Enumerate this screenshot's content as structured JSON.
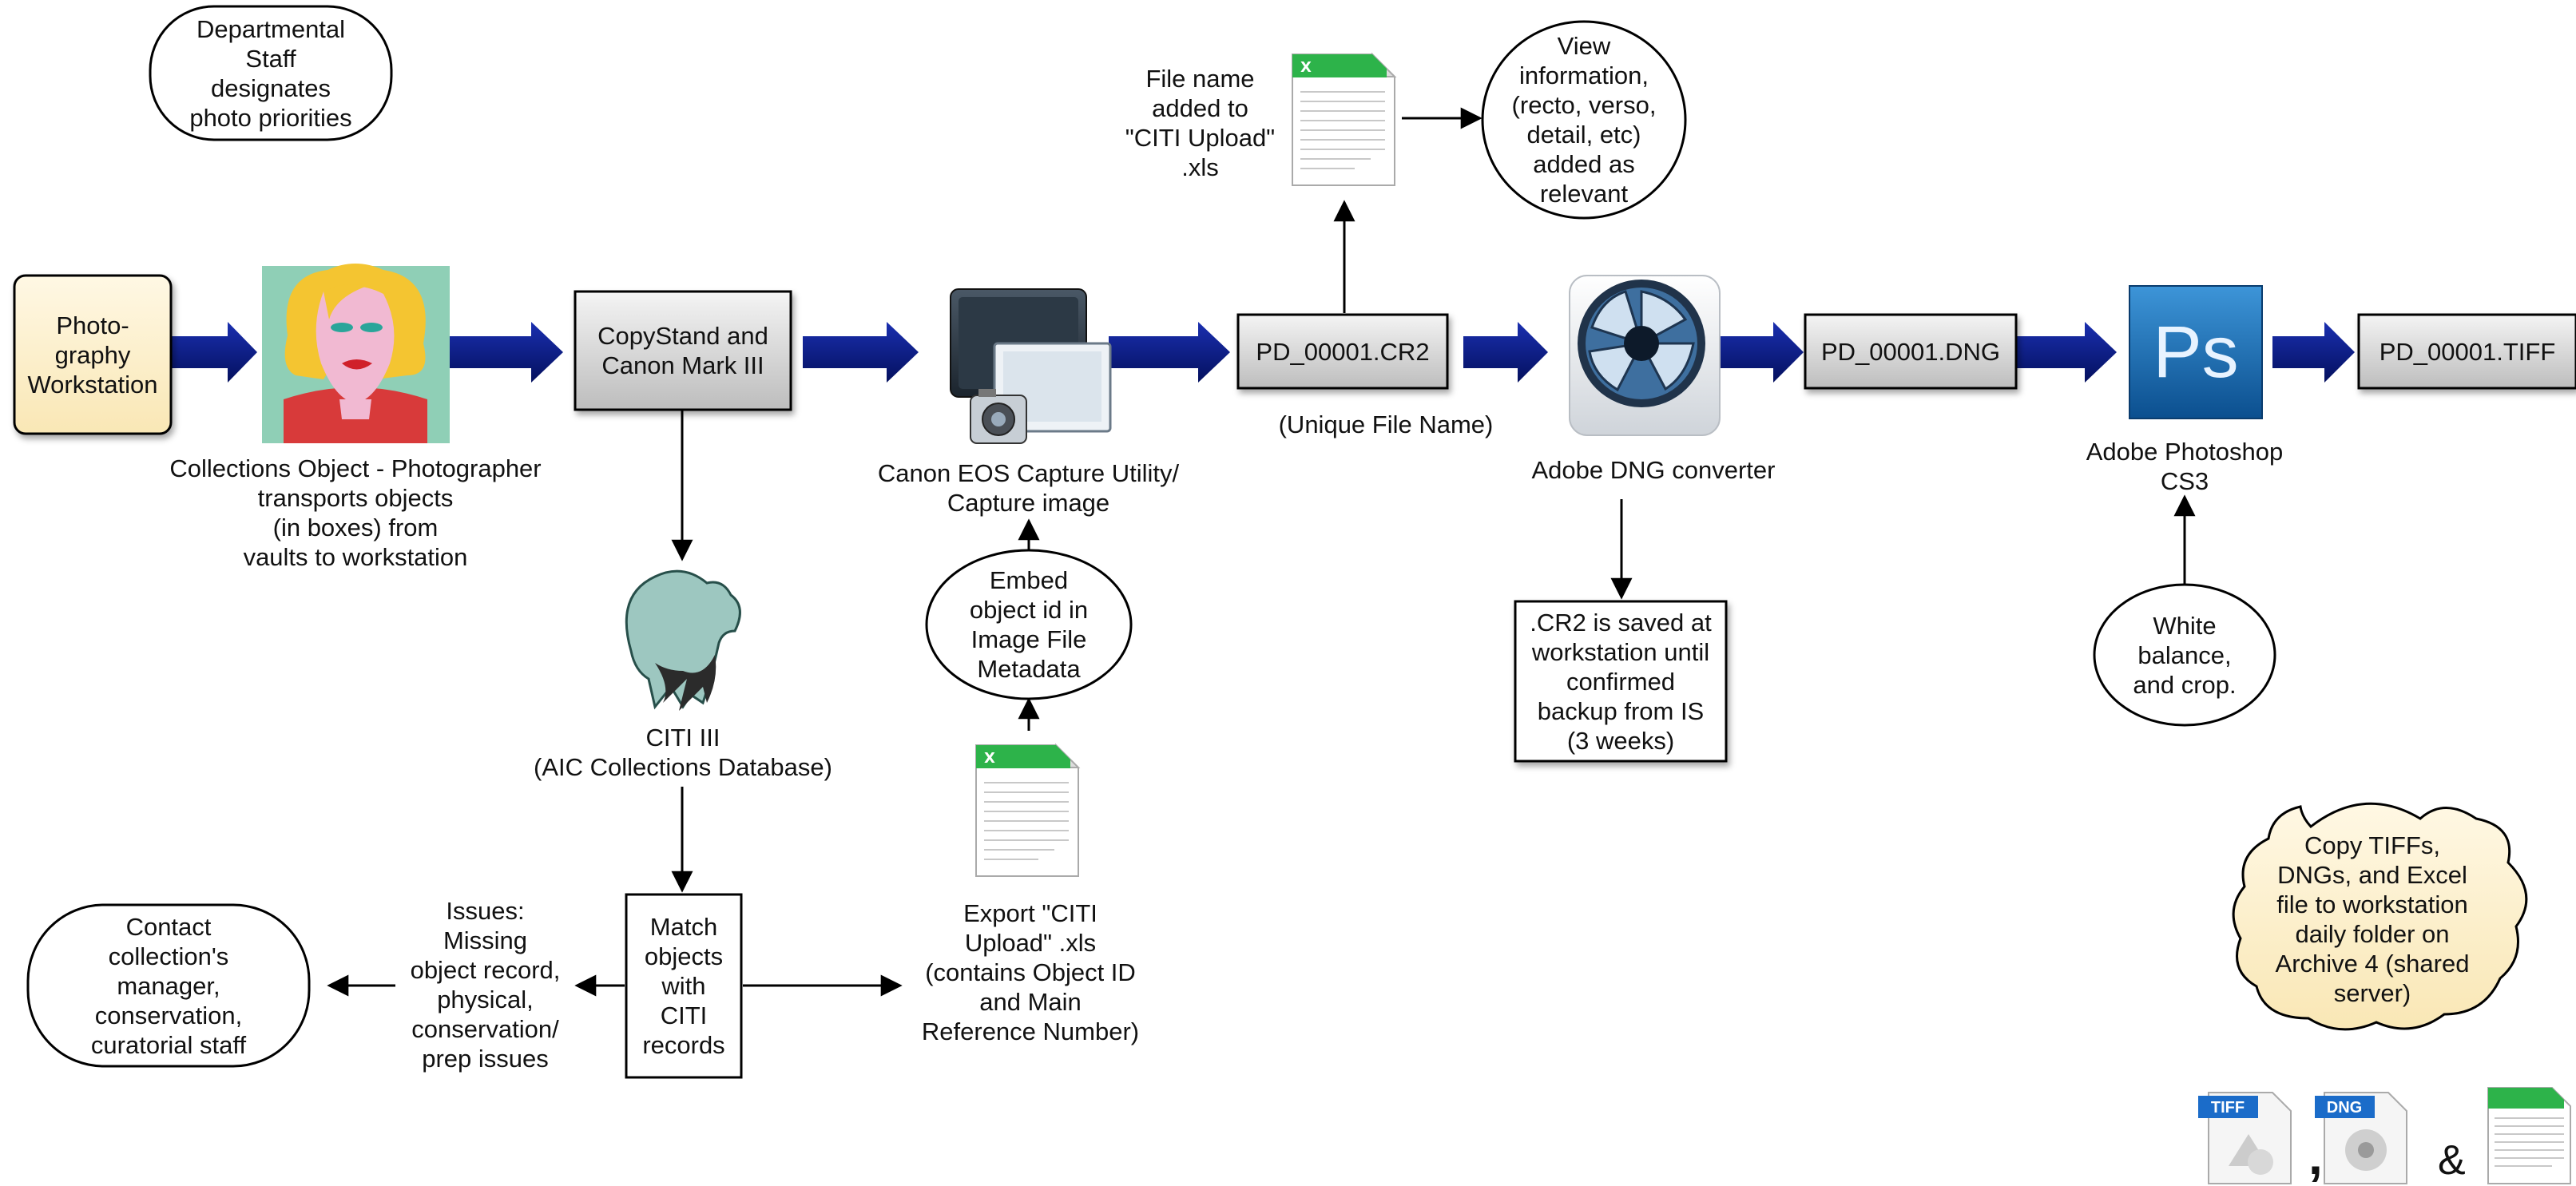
{
  "nodes": {
    "dept_staff": {
      "lines": [
        "Departmental",
        "Staff",
        "designates",
        "photo priorities"
      ]
    },
    "photo_workstation": {
      "lines": [
        "Photo-",
        "graphy",
        "Workstation"
      ]
    },
    "collections_object": {
      "lines": [
        "Collections Object - Photographer",
        "transports objects",
        "(in boxes) from",
        "vaults to workstation"
      ]
    },
    "copystand": {
      "lines": [
        "CopyStand and",
        "Canon Mark III"
      ]
    },
    "citi_db": {
      "lines": [
        "CITI III",
        "(AIC Collections Database)"
      ]
    },
    "match_objects": {
      "lines": [
        "Match",
        "objects",
        "with",
        "CITI",
        "records"
      ]
    },
    "issues": {
      "lines": [
        "Issues:",
        "Missing",
        "object record,",
        "physical,",
        "conservation/",
        "prep issues"
      ]
    },
    "contact": {
      "lines": [
        "Contact",
        "collection's",
        "manager,",
        "conservation,",
        "curatorial staff"
      ]
    },
    "canon_eos": {
      "lines": [
        "Canon EOS Capture Utility/",
        "Capture image"
      ]
    },
    "embed": {
      "lines": [
        "Embed",
        "object id in",
        "Image File",
        "Metadata"
      ]
    },
    "export_citi": {
      "lines": [
        "Export \"CITI",
        "Upload\" .xls",
        "(contains Object ID",
        "and Main",
        "Reference Number)"
      ]
    },
    "cr2_file": {
      "label": "PD_00001.CR2",
      "caption": "(Unique File Name)"
    },
    "file_name_added": {
      "lines": [
        "File name",
        "added to",
        "\"CITI Upload\"",
        ".xls"
      ]
    },
    "view_info": {
      "lines": [
        "View",
        "information,",
        "(recto, verso,",
        "detail, etc)",
        "added as",
        "relevant"
      ]
    },
    "dng_converter": {
      "lines": [
        "Adobe DNG converter"
      ]
    },
    "cr2_saved": {
      "lines": [
        ".CR2 is saved at",
        "workstation until",
        "confirmed",
        "backup from IS",
        "(3 weeks)"
      ]
    },
    "dng_file": {
      "label": "PD_00001.DNG"
    },
    "photoshop": {
      "lines": [
        "Adobe Photoshop",
        "CS3"
      ],
      "icon_text": "Ps"
    },
    "white_balance": {
      "lines": [
        "White",
        "balance,",
        "and crop."
      ]
    },
    "tiff_file": {
      "label": "PD_00001.TIFF"
    },
    "copy_archive": {
      "lines": [
        "Copy TIFFs,",
        "DNGs, and Excel",
        "file to workstation",
        "daily folder on",
        "Archive 4 (shared",
        "server)"
      ]
    }
  },
  "bottom_icons": {
    "tiff_badge": "TIFF",
    "dng_badge": "DNG",
    "comma": ",",
    "ampersand": "&"
  },
  "colors": {
    "flow_arrow": "#0a1a8c",
    "flow_arrow_dark": "#050e5c",
    "note_fill": "#fdf3d3",
    "box_gradient_top": "#f2f2f2",
    "box_gradient_bottom": "#c4c4c4",
    "excel_green": "#2db34a",
    "photoshop_blue": "#1d6fb8"
  }
}
